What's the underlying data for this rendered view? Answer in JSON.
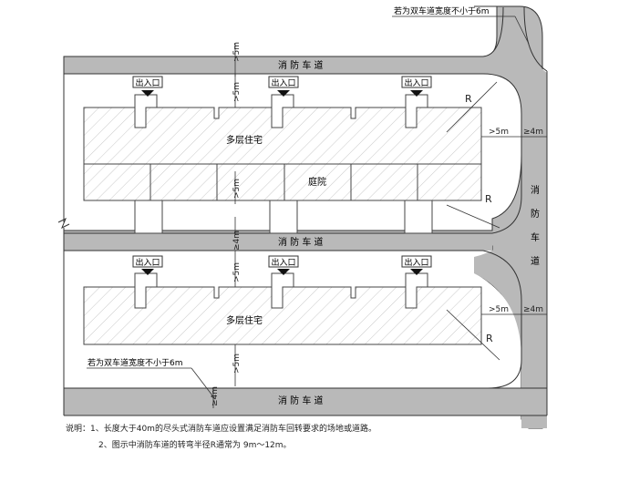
{
  "roads": {
    "label": "消 防 车 道",
    "vertical_label": [
      "消",
      "防",
      "车",
      "道"
    ]
  },
  "buildings": {
    "label": "多层住宅",
    "courtyard": "庭院",
    "entrance": "出入口"
  },
  "dimensions": {
    "setback": ">5m",
    "road_width": "≥4m",
    "radius": "R"
  },
  "callouts": {
    "double_lane": "若为双车道宽度不小于6m"
  },
  "notes": {
    "line1": "说明：1、长度大于40m的尽头式消防车道应设置满足消防车回转要求的场地或道路。",
    "line2": "2、图示中消防车道的转弯半径R通常为 9m～12m。"
  }
}
